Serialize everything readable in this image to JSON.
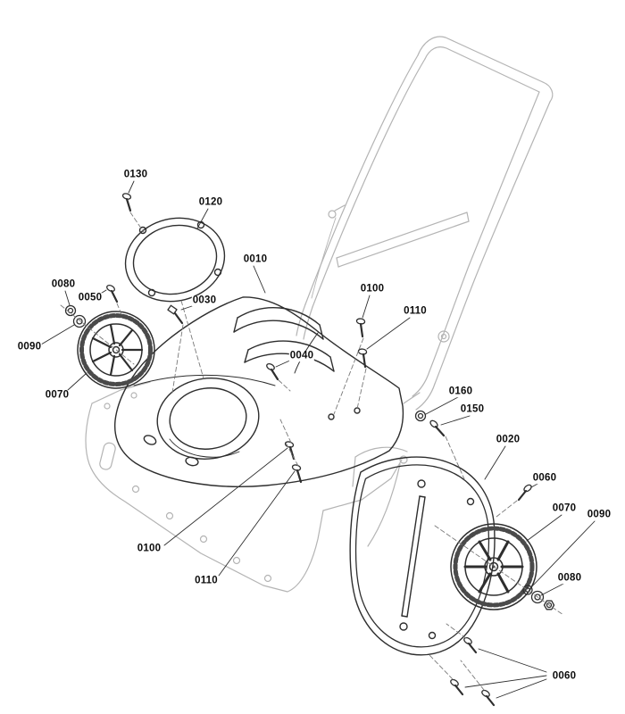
{
  "diagram": {
    "type": "exploded-parts-diagram",
    "background": "#ffffff",
    "part_line_color": "#2e2e2e",
    "frame_line_color": "#b4b4b4",
    "leader_line_color": "#787878",
    "texture_color": "#4a4a4a"
  },
  "callouts": [
    {
      "text": "0130"
    },
    {
      "text": "0120"
    },
    {
      "text": "0010"
    },
    {
      "text": "0080"
    },
    {
      "text": "0050"
    },
    {
      "text": "0030"
    },
    {
      "text": "0100"
    },
    {
      "text": "0110"
    },
    {
      "text": "0090"
    },
    {
      "text": "0040"
    },
    {
      "text": "0070"
    },
    {
      "text": "0160"
    },
    {
      "text": "0150"
    },
    {
      "text": "0020"
    },
    {
      "text": "0060"
    },
    {
      "text": "0070"
    },
    {
      "text": "0090"
    },
    {
      "text": "0080"
    },
    {
      "text": "0100"
    },
    {
      "text": "0110"
    },
    {
      "text": "0060"
    }
  ]
}
